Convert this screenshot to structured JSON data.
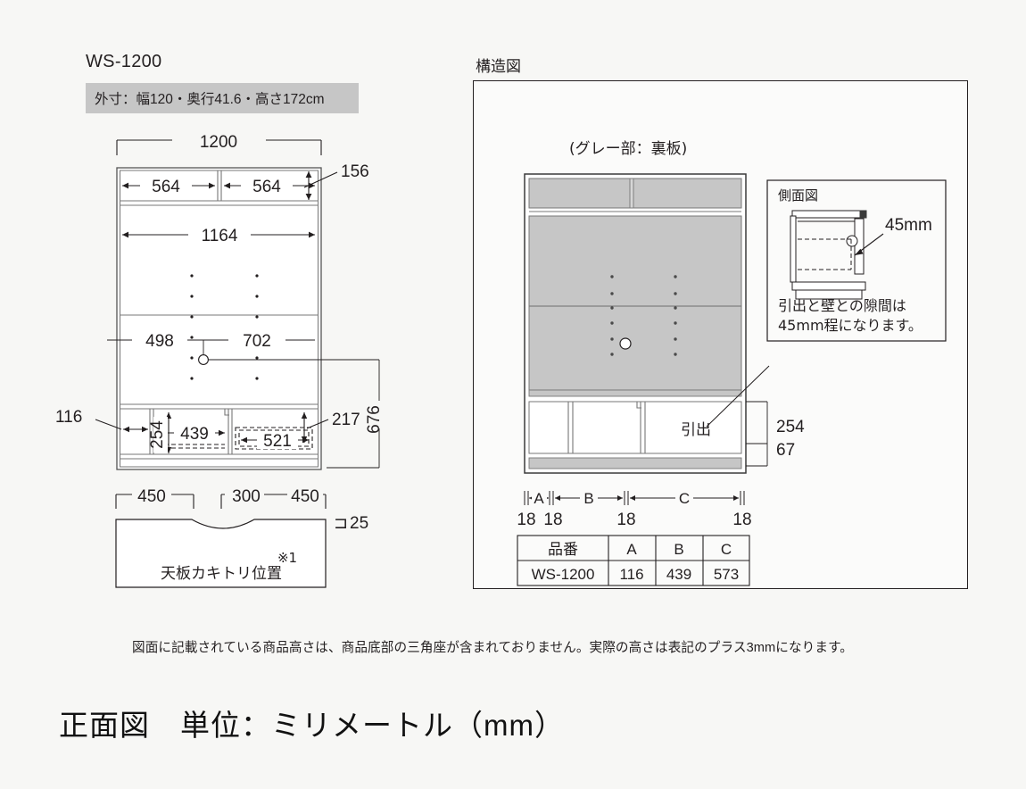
{
  "header": {
    "model_label": "WS-1200",
    "spec_chip": "外寸：幅120・奥行41.6・高さ172cm",
    "struct_label": "構造図"
  },
  "front_view": {
    "overall_width": "1200",
    "top_left_section": "564",
    "top_right_section": "564",
    "top_height": "156",
    "inner_width": "1164",
    "shelf_left": "498",
    "shelf_right": "702",
    "side_panel": "116",
    "drawer_left_width": "439",
    "drawer_left_height": "254",
    "drawer_right_width": "521",
    "drawer_right_height": "217",
    "lower_total_height": "676"
  },
  "cutout_view": {
    "seg_left": "450",
    "seg_mid": "300",
    "seg_right": "450",
    "depth": "25",
    "depth_prefix": "⊐",
    "label": "天板カキトリ位置",
    "note_mark": "※1"
  },
  "structure_view": {
    "gray_note": "(グレー部：裏板)",
    "drawer_label": "引出",
    "height_upper": "254",
    "height_lower": "67",
    "segments": [
      {
        "name": "A",
        "thickness": "18"
      },
      {
        "name": "B",
        "thickness": "18"
      },
      {
        "name": "C",
        "thickness": "18"
      }
    ],
    "edge_thickness_first": "18",
    "edge_thickness_last": "18",
    "side_inset": {
      "title": "側面図",
      "callout": "45mm",
      "note_line1": "引出と壁との隙間は",
      "note_line2": "45mm程になります。"
    },
    "table": {
      "headers": [
        "品番",
        "A",
        "B",
        "C"
      ],
      "rows": [
        [
          "WS-1200",
          "116",
          "439",
          "573"
        ]
      ]
    }
  },
  "footer": {
    "note": "図面に記載されている商品高さは、商品底部の三角座が含まれておりません。実際の高さは表記のプラス3mmになります。",
    "title": "正面図　単位：ミリメートル（mm）"
  },
  "colors": {
    "ink": "#231f20",
    "panel_gray": "#c6c6c6",
    "chip_gray": "#c6c6c6",
    "board_gray": "#b9b9b9",
    "page_bg": "#f7f7f5"
  }
}
